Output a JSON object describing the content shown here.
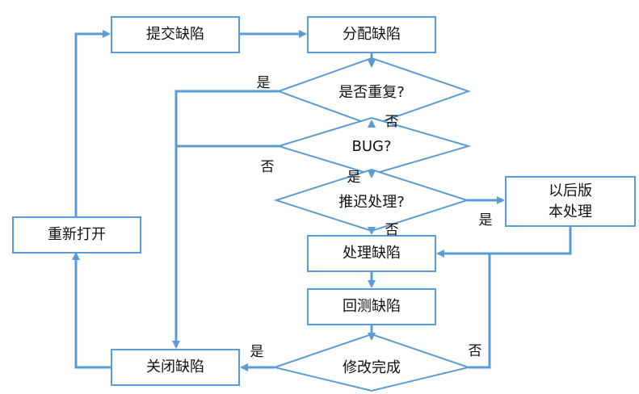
{
  "nodes": {
    "submit": "提交缺陷",
    "assign": "分配缺陷",
    "duplicate": "是否重复?",
    "bug": "BUG?",
    "defer": "推迟处理?",
    "later": "以后版\n本处理",
    "handle": "处理缺陷",
    "retest": "回测缺陷",
    "done": "修改完成",
    "close": "关闭缺陷",
    "reopen": "重新打开"
  },
  "edge_labels": {
    "dup_yes": "是",
    "dup_no": "否",
    "bug_no": "否",
    "bug_yes": "是",
    "defer_yes": "是",
    "defer_no": "否",
    "done_yes": "是",
    "done_no": "否"
  },
  "colors": {
    "stroke": "#5b9bd5",
    "text": "#111111"
  }
}
